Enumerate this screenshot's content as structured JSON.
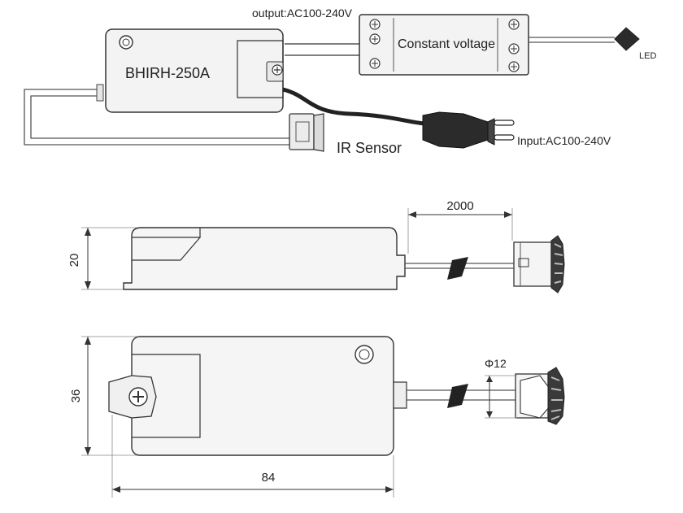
{
  "labels": {
    "output": "output:AC100-240V",
    "constant_voltage": "Constant voltage",
    "model": "BHIRH-250A",
    "led": "LED",
    "ir_sensor": "IR Sensor",
    "input": "Input:AC100-240V"
  },
  "dimensions": {
    "cable_length": "2000",
    "height": "20",
    "width": "36",
    "length": "84",
    "sensor_diameter": "Φ12"
  },
  "colors": {
    "line": "#333333",
    "body_fill": "#f3f3f3",
    "plug_fill": "#2b2b2b",
    "cable": "#3a3a3a"
  }
}
